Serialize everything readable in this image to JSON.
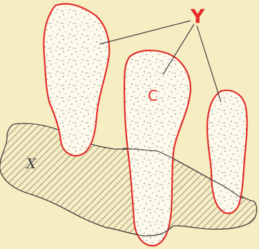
{
  "labels": {
    "Y": "Y",
    "C": "C",
    "X": "X"
  },
  "colors": {
    "paper": "#f6edc3",
    "outline_red": "#e62a25",
    "line_dark": "#3c3c3c",
    "hatch": "#555555",
    "stipple": "#6a6a6a"
  }
}
